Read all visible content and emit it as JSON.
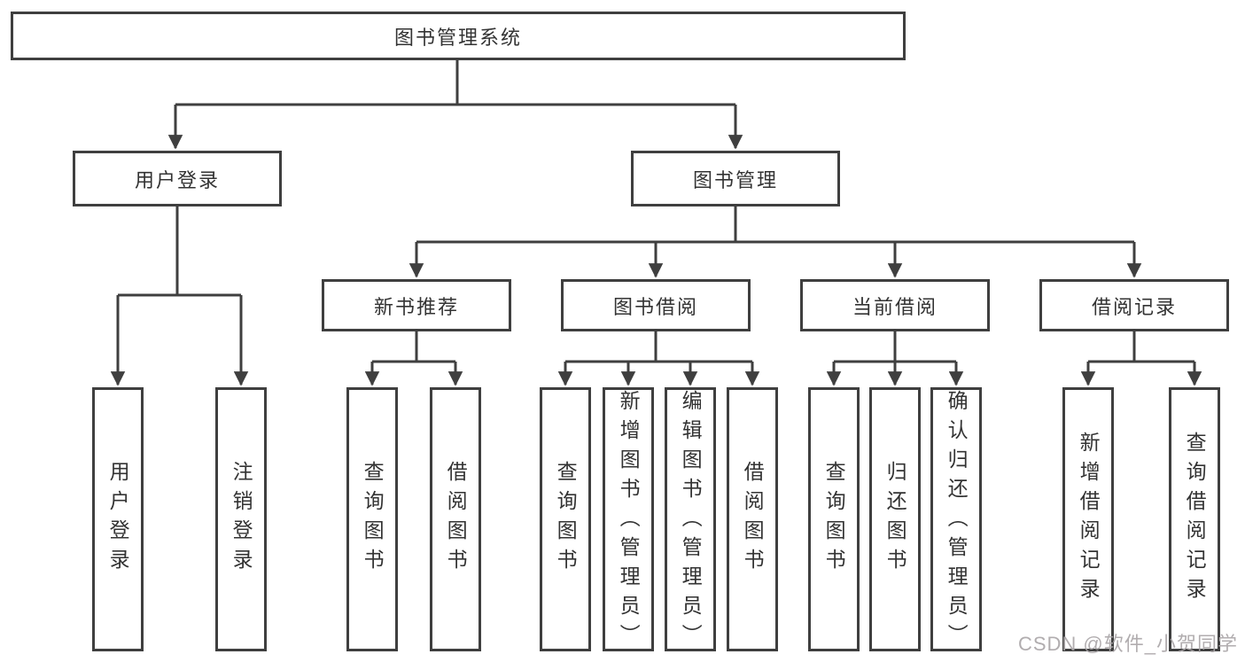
{
  "diagram": {
    "root": {
      "label": "图书管理系统"
    },
    "branches": [
      {
        "label": "用户登录",
        "leaves": [
          {
            "label": "用户登录"
          },
          {
            "label": "注销登录"
          }
        ]
      },
      {
        "label": "图书管理",
        "groups": [
          {
            "label": "新书推荐",
            "leaves": [
              {
                "label": "查询图书"
              },
              {
                "label": "借阅图书"
              }
            ]
          },
          {
            "label": "图书借阅",
            "leaves": [
              {
                "label": "查询图书"
              },
              {
                "label": "新增图书（管理员）"
              },
              {
                "label": "编辑图书（管理员）"
              },
              {
                "label": "借阅图书"
              }
            ]
          },
          {
            "label": "当前借阅",
            "leaves": [
              {
                "label": "查询图书"
              },
              {
                "label": "归还图书"
              },
              {
                "label": "确认归还（管理员）"
              }
            ]
          },
          {
            "label": "借阅记录",
            "leaves": [
              {
                "label": "新增借阅记录"
              },
              {
                "label": "查询借阅记录"
              }
            ]
          }
        ]
      }
    ]
  },
  "watermark": {
    "text": "CSDN @软件_小贺同学"
  },
  "colors": {
    "line": "#3f3f3f",
    "box_border": "#3f3f3f",
    "text": "#333333",
    "background": "#ffffff",
    "watermark": "#a8a4a6"
  }
}
